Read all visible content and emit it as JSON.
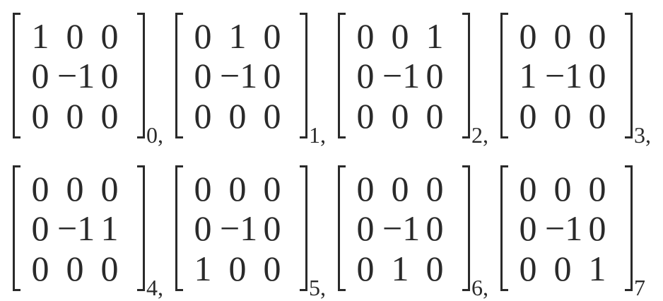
{
  "matrices": [
    {
      "rows": [
        [
          "1",
          "0",
          "0"
        ],
        [
          "0",
          "−1",
          "0"
        ],
        [
          "0",
          "0",
          "0"
        ]
      ],
      "subscript": "0,"
    },
    {
      "rows": [
        [
          "0",
          "1",
          "0"
        ],
        [
          "0",
          "−1",
          "0"
        ],
        [
          "0",
          "0",
          "0"
        ]
      ],
      "subscript": "1,"
    },
    {
      "rows": [
        [
          "0",
          "0",
          "1"
        ],
        [
          "0",
          "−1",
          "0"
        ],
        [
          "0",
          "0",
          "0"
        ]
      ],
      "subscript": "2,"
    },
    {
      "rows": [
        [
          "0",
          "0",
          "0"
        ],
        [
          "1",
          "−1",
          "0"
        ],
        [
          "0",
          "0",
          "0"
        ]
      ],
      "subscript": "3,"
    },
    {
      "rows": [
        [
          "0",
          "0",
          "0"
        ],
        [
          "0",
          "−1",
          "1"
        ],
        [
          "0",
          "0",
          "0"
        ]
      ],
      "subscript": "4,"
    },
    {
      "rows": [
        [
          "0",
          "0",
          "0"
        ],
        [
          "0",
          "−1",
          "0"
        ],
        [
          "1",
          "0",
          "0"
        ]
      ],
      "subscript": "5,"
    },
    {
      "rows": [
        [
          "0",
          "0",
          "0"
        ],
        [
          "0",
          "−1",
          "0"
        ],
        [
          "0",
          "1",
          "0"
        ]
      ],
      "subscript": "6,"
    },
    {
      "rows": [
        [
          "0",
          "0",
          "0"
        ],
        [
          "0",
          "−1",
          "0"
        ],
        [
          "0",
          "0",
          "1"
        ]
      ],
      "subscript": "7"
    }
  ]
}
